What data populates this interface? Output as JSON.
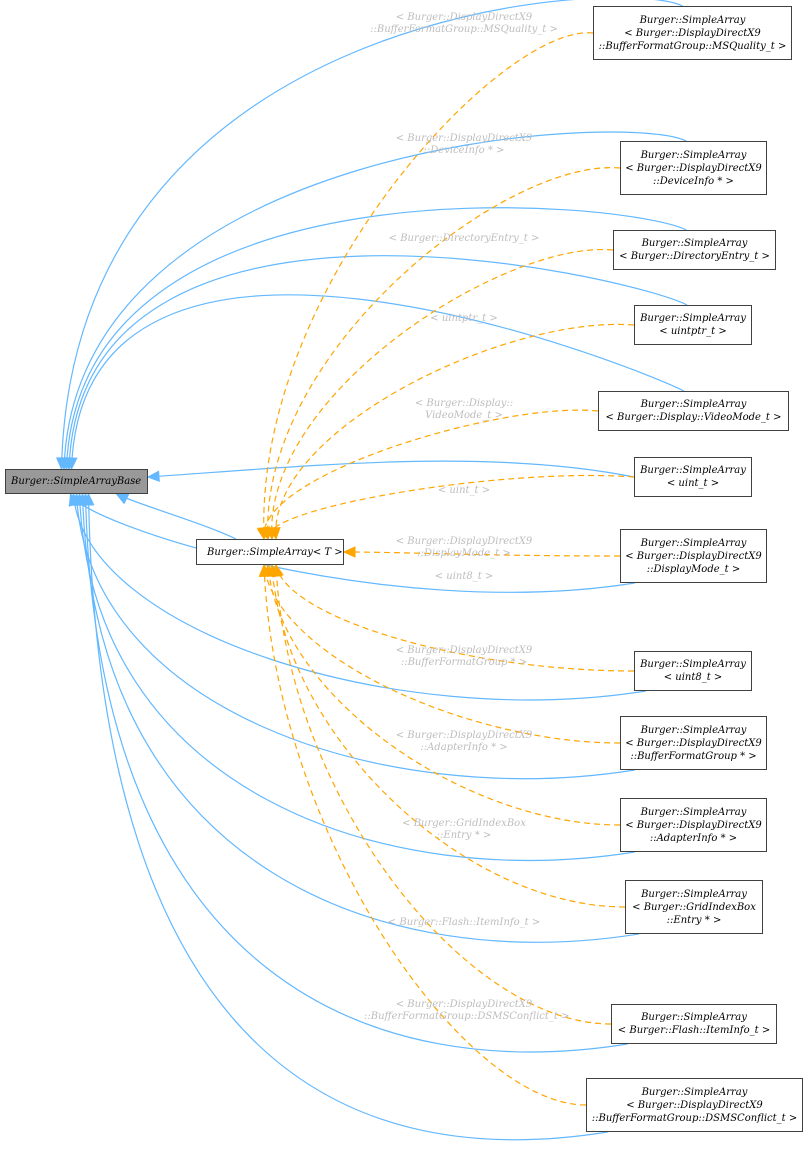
{
  "colors": {
    "inherit_edge": "#63b8ff",
    "template_edge": "#ffa500",
    "base_fill": "#999999",
    "label_text": "#bdbdbd"
  },
  "base_node": {
    "lines": [
      "Burger::SimpleArrayBase"
    ]
  },
  "template_node": {
    "lines": [
      "Burger::SimpleArray< T >"
    ]
  },
  "instances": [
    {
      "lines": [
        "Burger::SimpleArray",
        "< Burger::DisplayDirectX9",
        "::BufferFormatGroup::MSQuality_t >"
      ],
      "label": [
        "< Burger::DisplayDirectX9",
        "::BufferFormatGroup::MSQuality_t >"
      ]
    },
    {
      "lines": [
        "Burger::SimpleArray",
        "< Burger::DisplayDirectX9",
        "::DeviceInfo * >"
      ],
      "label": [
        "< Burger::DisplayDirectX9",
        "::DeviceInfo * >"
      ]
    },
    {
      "lines": [
        "Burger::SimpleArray",
        "< Burger::DirectoryEntry_t >"
      ],
      "label": [
        "< Burger::DirectoryEntry_t >"
      ]
    },
    {
      "lines": [
        "Burger::SimpleArray",
        "< uintptr_t >"
      ],
      "label": [
        "< uintptr_t >"
      ]
    },
    {
      "lines": [
        "Burger::SimpleArray",
        "< Burger::Display::VideoMode_t >"
      ],
      "label": [
        "< Burger::Display::",
        "VideoMode_t >"
      ]
    },
    {
      "lines": [
        "Burger::SimpleArray",
        "< uint_t >"
      ],
      "label": [
        "< uint_t >"
      ]
    },
    {
      "lines": [
        "Burger::SimpleArray",
        "< Burger::DisplayDirectX9",
        "::DisplayMode_t >"
      ],
      "label": [
        "< Burger::DisplayDirectX9",
        "::DisplayMode_t >"
      ]
    },
    {
      "lines": [
        "Burger::SimpleArray",
        "< uint8_t >"
      ],
      "label": [
        "< uint8_t >"
      ]
    },
    {
      "lines": [
        "Burger::SimpleArray",
        "< Burger::DisplayDirectX9",
        "::BufferFormatGroup * >"
      ],
      "label": [
        "< Burger::DisplayDirectX9",
        "::BufferFormatGroup * >"
      ]
    },
    {
      "lines": [
        "Burger::SimpleArray",
        "< Burger::DisplayDirectX9",
        "::AdapterInfo * >"
      ],
      "label": [
        "< Burger::DisplayDirectX9",
        "::AdapterInfo * >"
      ]
    },
    {
      "lines": [
        "Burger::SimpleArray",
        "< Burger::GridIndexBox",
        "::Entry * >"
      ],
      "label": [
        "< Burger::GridIndexBox",
        "::Entry * >"
      ]
    },
    {
      "lines": [
        "Burger::SimpleArray",
        "< Burger::Flash::ItemInfo_t >"
      ],
      "label": [
        "< Burger::Flash::ItemInfo_t >"
      ]
    },
    {
      "lines": [
        "Burger::SimpleArray",
        "< Burger::DisplayDirectX9",
        "::BufferFormatGroup::DSMSConflict_t >"
      ],
      "label": [
        "< Burger::DisplayDirectX9",
        "::BufferFormatGroup::DSMSConflict_t >"
      ]
    }
  ]
}
